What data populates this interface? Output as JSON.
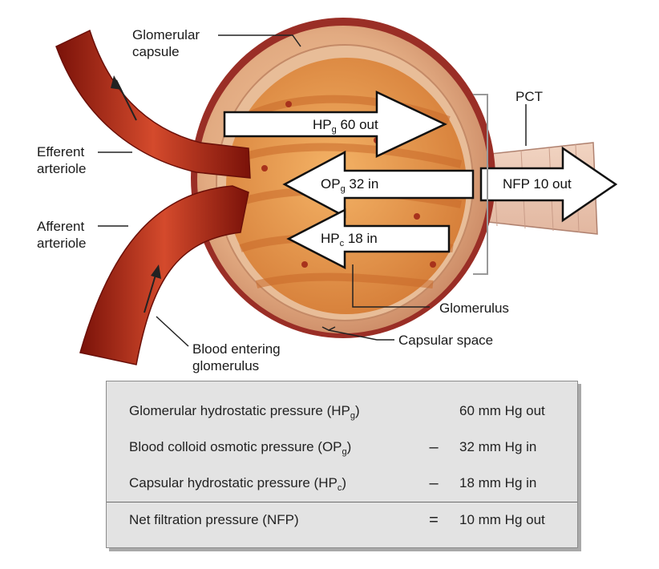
{
  "labels": {
    "glomerular_capsule_1": "Glomerular",
    "glomerular_capsule_2": "capsule",
    "pct": "PCT",
    "efferent_1": "Efferent",
    "efferent_2": "arteriole",
    "afferent_1": "Afferent",
    "afferent_2": "arteriole",
    "glomerulus": "Glomerulus",
    "capsular_space": "Capsular space",
    "blood_entering_1": "Blood entering",
    "blood_entering_2": "glomerulus"
  },
  "arrows": {
    "hpg": {
      "main": "HP",
      "sub": "g",
      "rest": " 60 out"
    },
    "opg": {
      "main": "OP",
      "sub": "g",
      "rest": " 32 in"
    },
    "hpc": {
      "main": "HP",
      "sub": "c",
      "rest": " 18 in"
    },
    "nfp": {
      "text": "NFP 10 out"
    }
  },
  "equation": [
    {
      "name": "Glomerular hydrostatic pressure (HP",
      "sub": "g",
      "close": ")",
      "op": "",
      "value": "60 mm Hg out"
    },
    {
      "name": "Blood colloid osmotic pressure (OP",
      "sub": "g",
      "close": ")",
      "op": "–",
      "value": "32 mm Hg in"
    },
    {
      "name": "Capsular hydrostatic pressure (HP",
      "sub": "c",
      "close": ")",
      "op": "–",
      "value": "18 mm Hg in"
    },
    {
      "name": "Net filtration pressure (NFP)",
      "sub": "",
      "close": "",
      "op": "=",
      "value": "10 mm Hg out"
    }
  ],
  "colors": {
    "vessel_dark": "#8e1a12",
    "vessel_mid": "#c63a24",
    "capsule": "#d9a483",
    "capsule_rim": "#8e2a24",
    "glomerulus_fill": "#e89a52",
    "panel_bg": "#e3e3e3"
  }
}
